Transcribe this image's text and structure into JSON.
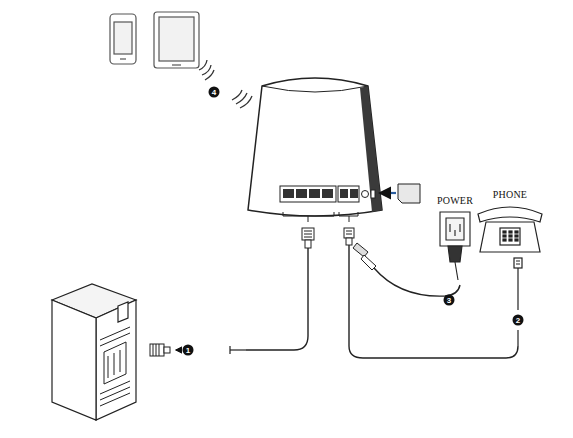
{
  "diagram": {
    "labels": [
      "4",
      "POWER",
      "PHONE",
      "3",
      "2",
      "1"
    ]
  }
}
